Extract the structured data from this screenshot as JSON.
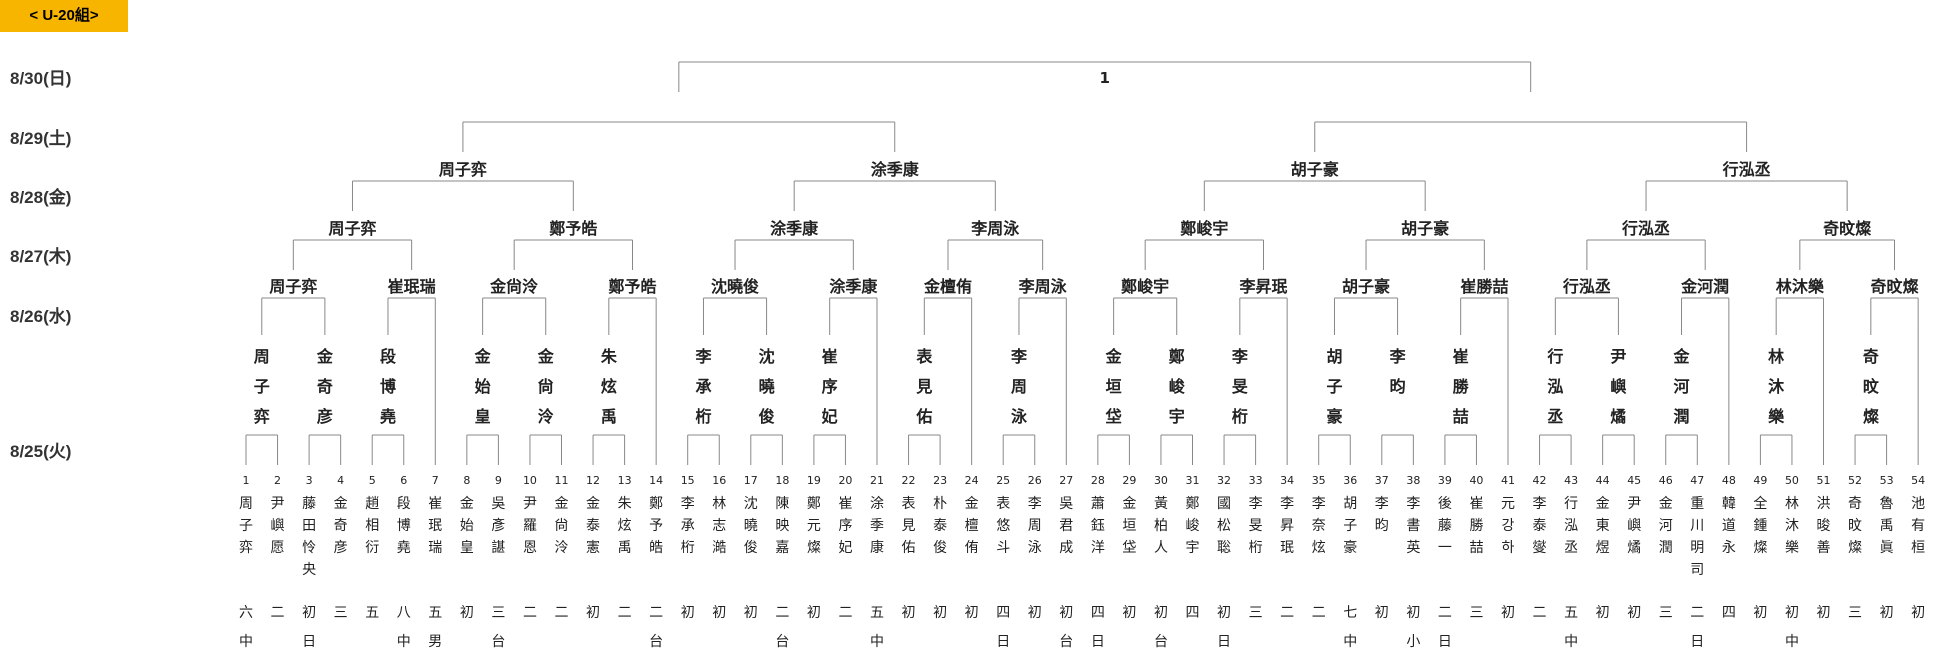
{
  "group_label": "< U-20組>",
  "dates": [
    "8/30(日)",
    "8/29(土)",
    "8/28(金)",
    "8/27(木)",
    "8/26(水)",
    "8/25(火)"
  ],
  "final_label": "1",
  "players": [
    {
      "no": "1",
      "name": "周子弈",
      "note": [
        "六",
        "中"
      ]
    },
    {
      "no": "2",
      "name": "尹嶼愿",
      "note": [
        "二",
        ""
      ]
    },
    {
      "no": "3",
      "name": "藤田怜央",
      "note": [
        "初",
        "日"
      ]
    },
    {
      "no": "4",
      "name": "金奇彦",
      "note": [
        "三",
        ""
      ]
    },
    {
      "no": "5",
      "name": "趙相衍",
      "note": [
        "五",
        ""
      ]
    },
    {
      "no": "6",
      "name": "段博堯",
      "note": [
        "八",
        "中"
      ]
    },
    {
      "no": "7",
      "name": "崔珉瑞",
      "note": [
        "五",
        "男"
      ]
    },
    {
      "no": "8",
      "name": "金始皇",
      "note": [
        "初",
        ""
      ]
    },
    {
      "no": "9",
      "name": "吳彥諶",
      "note": [
        "三",
        "台"
      ]
    },
    {
      "no": "10",
      "name": "尹羅恩",
      "note": [
        "二",
        ""
      ]
    },
    {
      "no": "11",
      "name": "金尙泠",
      "note": [
        "二",
        ""
      ]
    },
    {
      "no": "12",
      "name": "金泰憲",
      "note": [
        "初",
        ""
      ]
    },
    {
      "no": "13",
      "name": "朱炫禹",
      "note": [
        "二",
        ""
      ]
    },
    {
      "no": "14",
      "name": "鄭予皓",
      "note": [
        "二",
        "台"
      ]
    },
    {
      "no": "15",
      "name": "李承桁",
      "note": [
        "初",
        ""
      ]
    },
    {
      "no": "16",
      "name": "林志澔",
      "note": [
        "初",
        ""
      ]
    },
    {
      "no": "17",
      "name": "沈曉俊",
      "note": [
        "初",
        ""
      ]
    },
    {
      "no": "18",
      "name": "陳映嘉",
      "note": [
        "二",
        "台"
      ]
    },
    {
      "no": "19",
      "name": "鄭元燦",
      "note": [
        "初",
        ""
      ]
    },
    {
      "no": "20",
      "name": "崔序妃",
      "note": [
        "二",
        ""
      ]
    },
    {
      "no": "21",
      "name": "涂季康",
      "note": [
        "五",
        "中"
      ]
    },
    {
      "no": "22",
      "name": "表見佑",
      "note": [
        "初",
        ""
      ]
    },
    {
      "no": "23",
      "name": "朴泰俊",
      "note": [
        "初",
        ""
      ]
    },
    {
      "no": "24",
      "name": "金檀侑",
      "note": [
        "初",
        ""
      ]
    },
    {
      "no": "25",
      "name": "表悠斗",
      "note": [
        "四",
        "日"
      ]
    },
    {
      "no": "26",
      "name": "李周泳",
      "note": [
        "初",
        ""
      ]
    },
    {
      "no": "27",
      "name": "吳君成",
      "note": [
        "初",
        "台"
      ]
    },
    {
      "no": "28",
      "name": "蕭鈺洋",
      "note": [
        "四",
        "日"
      ]
    },
    {
      "no": "29",
      "name": "金垣垈",
      "note": [
        "初",
        ""
      ]
    },
    {
      "no": "30",
      "name": "黃柏人",
      "note": [
        "初",
        "台"
      ]
    },
    {
      "no": "31",
      "name": "鄭峻宇",
      "note": [
        "四",
        ""
      ]
    },
    {
      "no": "32",
      "name": "國松聡",
      "note": [
        "初",
        "日"
      ]
    },
    {
      "no": "33",
      "name": "李旻桁",
      "note": [
        "三",
        ""
      ]
    },
    {
      "no": "34",
      "name": "李昇珉",
      "note": [
        "二",
        ""
      ]
    },
    {
      "no": "35",
      "name": "李奈炫",
      "note": [
        "二",
        ""
      ]
    },
    {
      "no": "36",
      "name": "胡子豪",
      "note": [
        "七",
        "中"
      ]
    },
    {
      "no": "37",
      "name": "李昀",
      "note": [
        "初",
        ""
      ]
    },
    {
      "no": "38",
      "name": "李書英",
      "note": [
        "初",
        "小"
      ]
    },
    {
      "no": "39",
      "name": "後藤一",
      "note": [
        "二",
        "日"
      ]
    },
    {
      "no": "40",
      "name": "崔勝喆",
      "note": [
        "三",
        ""
      ]
    },
    {
      "no": "41",
      "name": "元강하",
      "note": [
        "初",
        ""
      ]
    },
    {
      "no": "42",
      "name": "李泰燮",
      "note": [
        "二",
        ""
      ]
    },
    {
      "no": "43",
      "name": "行泓丞",
      "note": [
        "五",
        "中"
      ]
    },
    {
      "no": "44",
      "name": "金東煜",
      "note": [
        "初",
        ""
      ]
    },
    {
      "no": "45",
      "name": "尹嶼燏",
      "note": [
        "初",
        ""
      ]
    },
    {
      "no": "46",
      "name": "金河潤",
      "note": [
        "三",
        ""
      ]
    },
    {
      "no": "47",
      "name": "重川明司",
      "note": [
        "二",
        "日"
      ]
    },
    {
      "no": "48",
      "name": "韓道永",
      "note": [
        "四",
        ""
      ]
    },
    {
      "no": "49",
      "name": "全鍾燦",
      "note": [
        "初",
        ""
      ]
    },
    {
      "no": "50",
      "name": "林沐樂",
      "note": [
        "初",
        "中"
      ]
    },
    {
      "no": "51",
      "name": "洪晙善",
      "note": [
        "初",
        ""
      ]
    },
    {
      "no": "52",
      "name": "奇旼燦",
      "note": [
        "三",
        ""
      ]
    },
    {
      "no": "53",
      "name": "魯禹眞",
      "note": [
        "初",
        ""
      ]
    },
    {
      "no": "54",
      "name": "池有桓",
      "note": [
        "初",
        ""
      ]
    }
  ],
  "round1_winners": [
    "周子弈",
    "金奇彦",
    "段博堯",
    "金始皇",
    "金尙泠",
    "朱炫禹",
    "李承桁",
    "沈曉俊",
    "崔序妃",
    "表見佑",
    "李周泳",
    "金垣垈",
    "鄭峻宇",
    "李旻桁",
    "胡子豪",
    "李昀",
    "崔勝喆",
    "行泓丞",
    "尹嶼燏",
    "金河潤",
    "林沐樂",
    "奇旼燦"
  ],
  "round2_winners": [
    "周子弈",
    "崔珉瑞",
    "金尙泠",
    "鄭予皓",
    "沈曉俊",
    "涂季康",
    "金檀侑",
    "李周泳",
    "鄭峻宇",
    "李昇珉",
    "胡子豪",
    "崔勝喆",
    "行泓丞",
    "金河潤",
    "林沐樂",
    "奇旼燦"
  ],
  "round3_winners": [
    "周子弈",
    "鄭予皓",
    "涂季康",
    "李周泳",
    "鄭峻宇",
    "胡子豪",
    "行泓丞",
    "奇旼燦"
  ],
  "round4_winners": [
    "周子弈",
    "涂季康",
    "胡子豪",
    "行泓丞"
  ]
}
